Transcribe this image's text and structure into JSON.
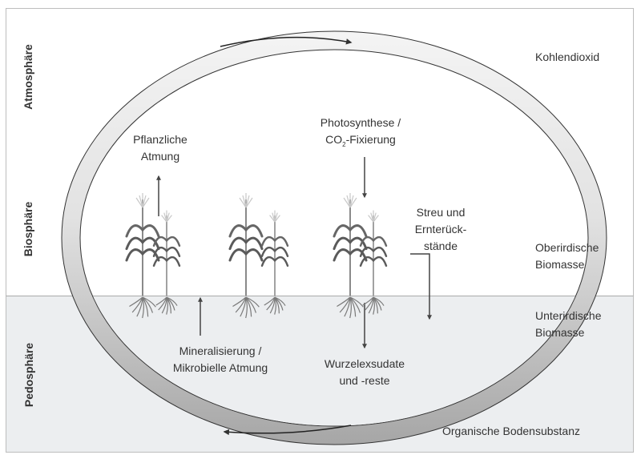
{
  "spheres": {
    "atmosphere": "Atmosphäre",
    "biosphere": "Biosphäre",
    "pedosphere": "Pedosphäre"
  },
  "pools": {
    "co2": "Kohlendioxid",
    "aboveground_1": "Oberirdische",
    "aboveground_2": "Biomasse",
    "belowground_1": "Unterirdische",
    "belowground_2": "Biomasse",
    "soil_organic": "Organische Bodensubstanz"
  },
  "processes": {
    "plant_respiration_1": "Pflanzliche",
    "plant_respiration_2": "Atmung",
    "photosynthesis_1": "Photosynthese /",
    "photosynthesis_2_pre": "CO",
    "photosynthesis_2_sub": "2",
    "photosynthesis_2_post": "-Fixierung",
    "litter_1": "Streu und",
    "litter_2": "Ernterück-",
    "litter_3": "stände",
    "mineralization_1": "Mineralisierung /",
    "mineralization_2": "Mikrobielle Atmung",
    "root_exudates_1": "Wurzelexsudate",
    "root_exudates_2": "und -reste"
  },
  "colors": {
    "ring_light": "#f2f2f2",
    "ring_dark": "#a8a8a8",
    "soil_bg": "#eceef0",
    "ink": "#333333"
  }
}
